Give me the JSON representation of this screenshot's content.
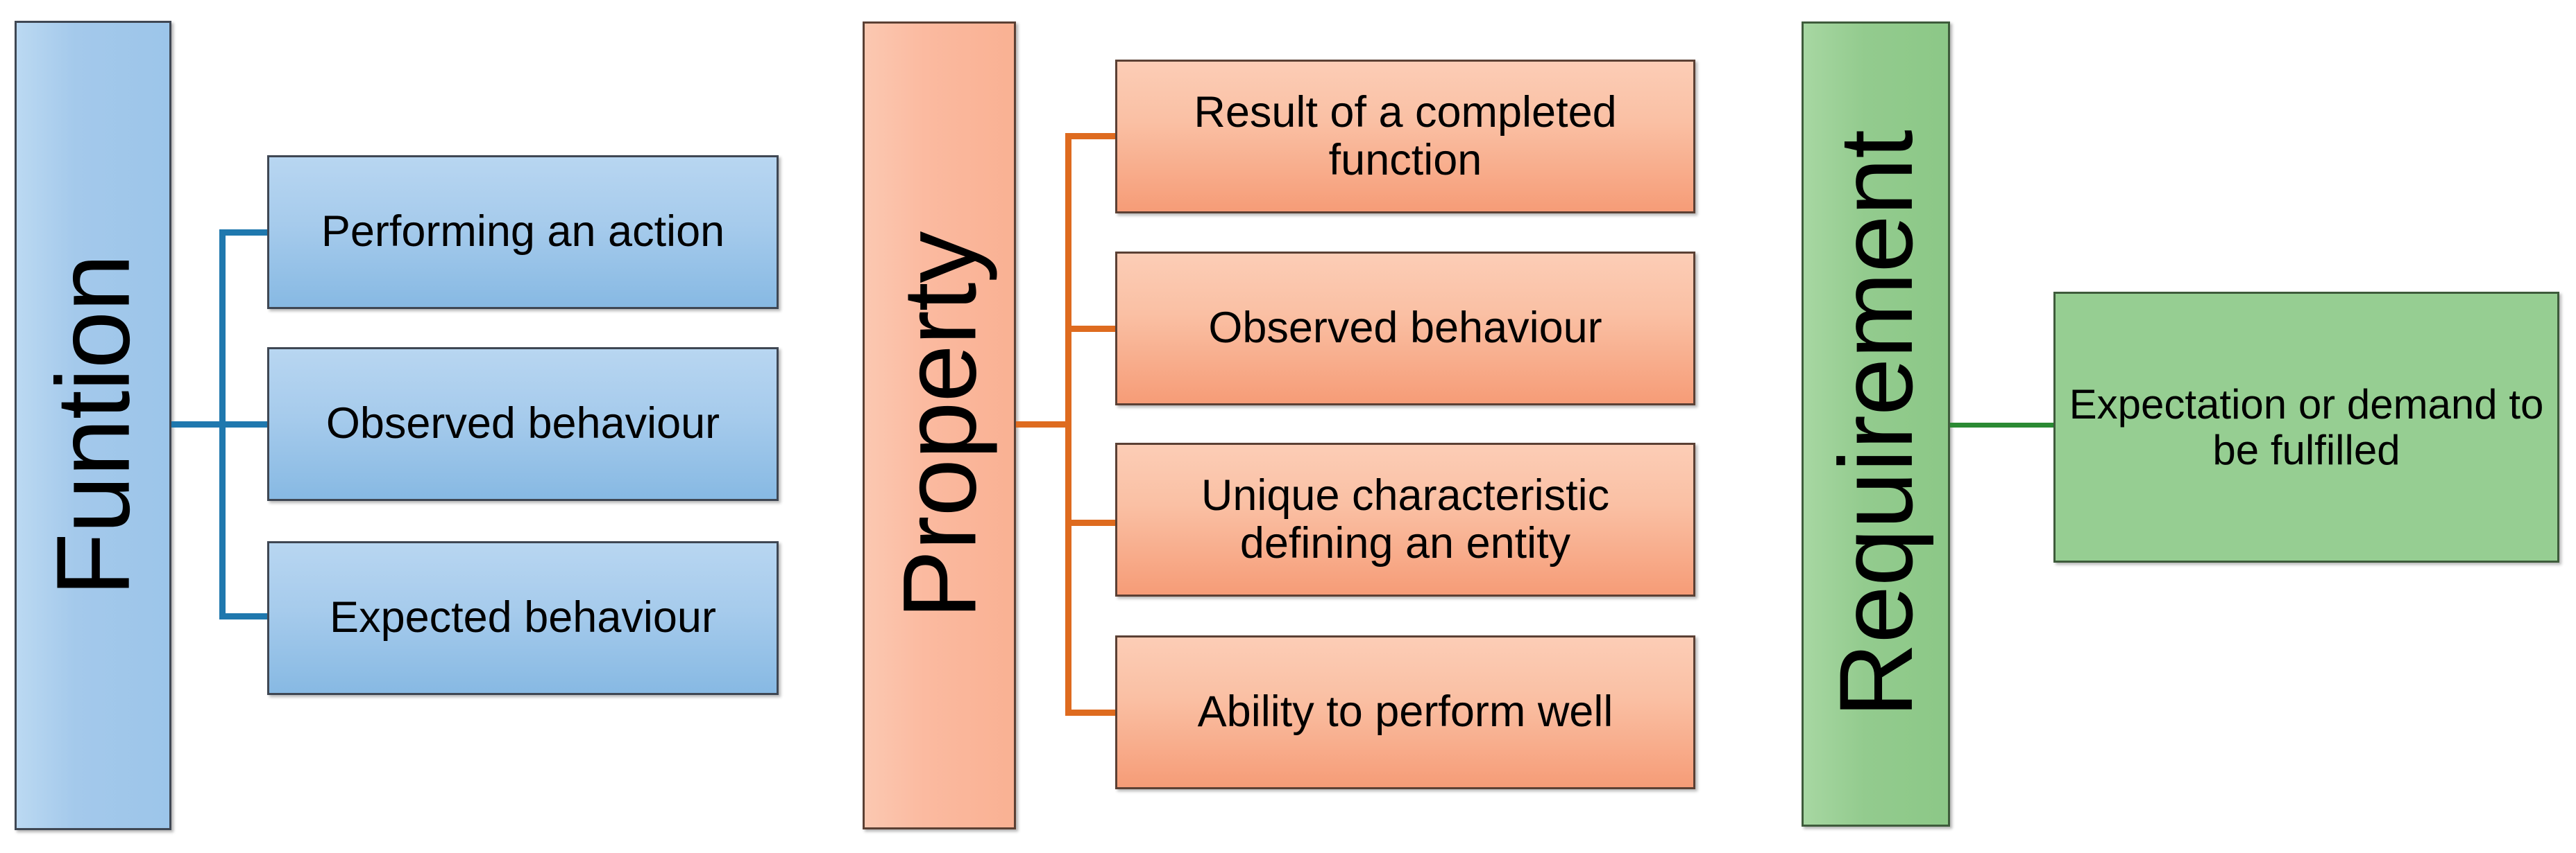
{
  "diagram": {
    "title": "Function / Property / Requirement concept breakdown",
    "type": "tree-diagram",
    "background_color": "#FFFFFF",
    "branches": [
      {
        "id": "function",
        "spine_label": "Funtion",
        "spine_fill": "#A4C9EB",
        "spine_border": "#3F4753",
        "connector_color": "#1F78AE",
        "leaf_fill": "#A6CBEC",
        "leaves": [
          {
            "label": "Performing an action"
          },
          {
            "label": "Observed behaviour"
          },
          {
            "label": "Expected behaviour"
          }
        ]
      },
      {
        "id": "property",
        "spine_label": "Property",
        "spine_fill": "#FBBAA0",
        "spine_border": "#5B4034",
        "connector_color": "#DE6B1F",
        "leaf_fill": "#FAC0A4",
        "leaves": [
          {
            "label": "Result of a completed function"
          },
          {
            "label": "Observed behaviour"
          },
          {
            "label": "Unique characteristic defining an entity"
          },
          {
            "label": "Ability to perform well"
          }
        ]
      },
      {
        "id": "requirement",
        "spine_label": "Requirement",
        "spine_fill": "#93CB8E",
        "spine_border": "#3E5B3B",
        "connector_color": "#2B8A33",
        "leaf_fill": "#96CE92",
        "leaves": [
          {
            "label": "Expectation or demand to be fulfilled"
          }
        ]
      }
    ]
  }
}
